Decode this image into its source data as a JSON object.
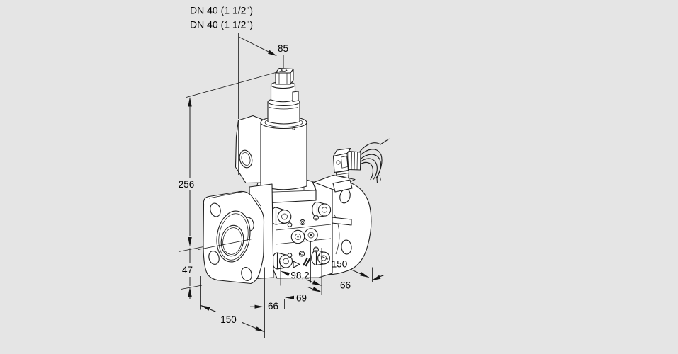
{
  "drawing": {
    "type": "valve-dimensional-drawing",
    "background_color": "#e5e5e5",
    "line_color": "#1e1e1e",
    "labels": {
      "dn_line1": "DN 40 (1 1/2\")",
      "dn_line2": "DN 40 (1 1/2\")"
    },
    "dimensions": {
      "top_width": "85",
      "total_height": "256",
      "flange_center_to_bottom": "47",
      "left_length": "150",
      "left_width": "66",
      "port_spacing": "69",
      "body_width": "98,2",
      "right_length": "150",
      "right_width": "66"
    }
  }
}
